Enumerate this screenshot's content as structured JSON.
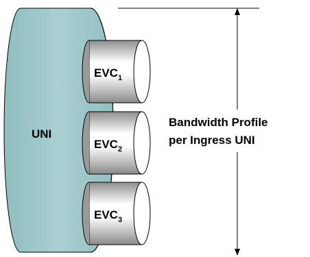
{
  "uni": {
    "label": "UNI",
    "fill_color": "#9DC3C6",
    "inner_face_color": "#B8D8DA"
  },
  "evcs": [
    {
      "label": "EVC",
      "subscript": "1"
    },
    {
      "label": "EVC",
      "subscript": "2"
    },
    {
      "label": "EVC",
      "subscript": "3"
    }
  ],
  "bandwidth_profile": {
    "line1": "Bandwidth Profile",
    "line2": "per Ingress UNI"
  },
  "colors": {
    "cylinder_light": "#FFFFFF",
    "cylinder_dark": "#9A9A9A",
    "outline": "#000000"
  }
}
